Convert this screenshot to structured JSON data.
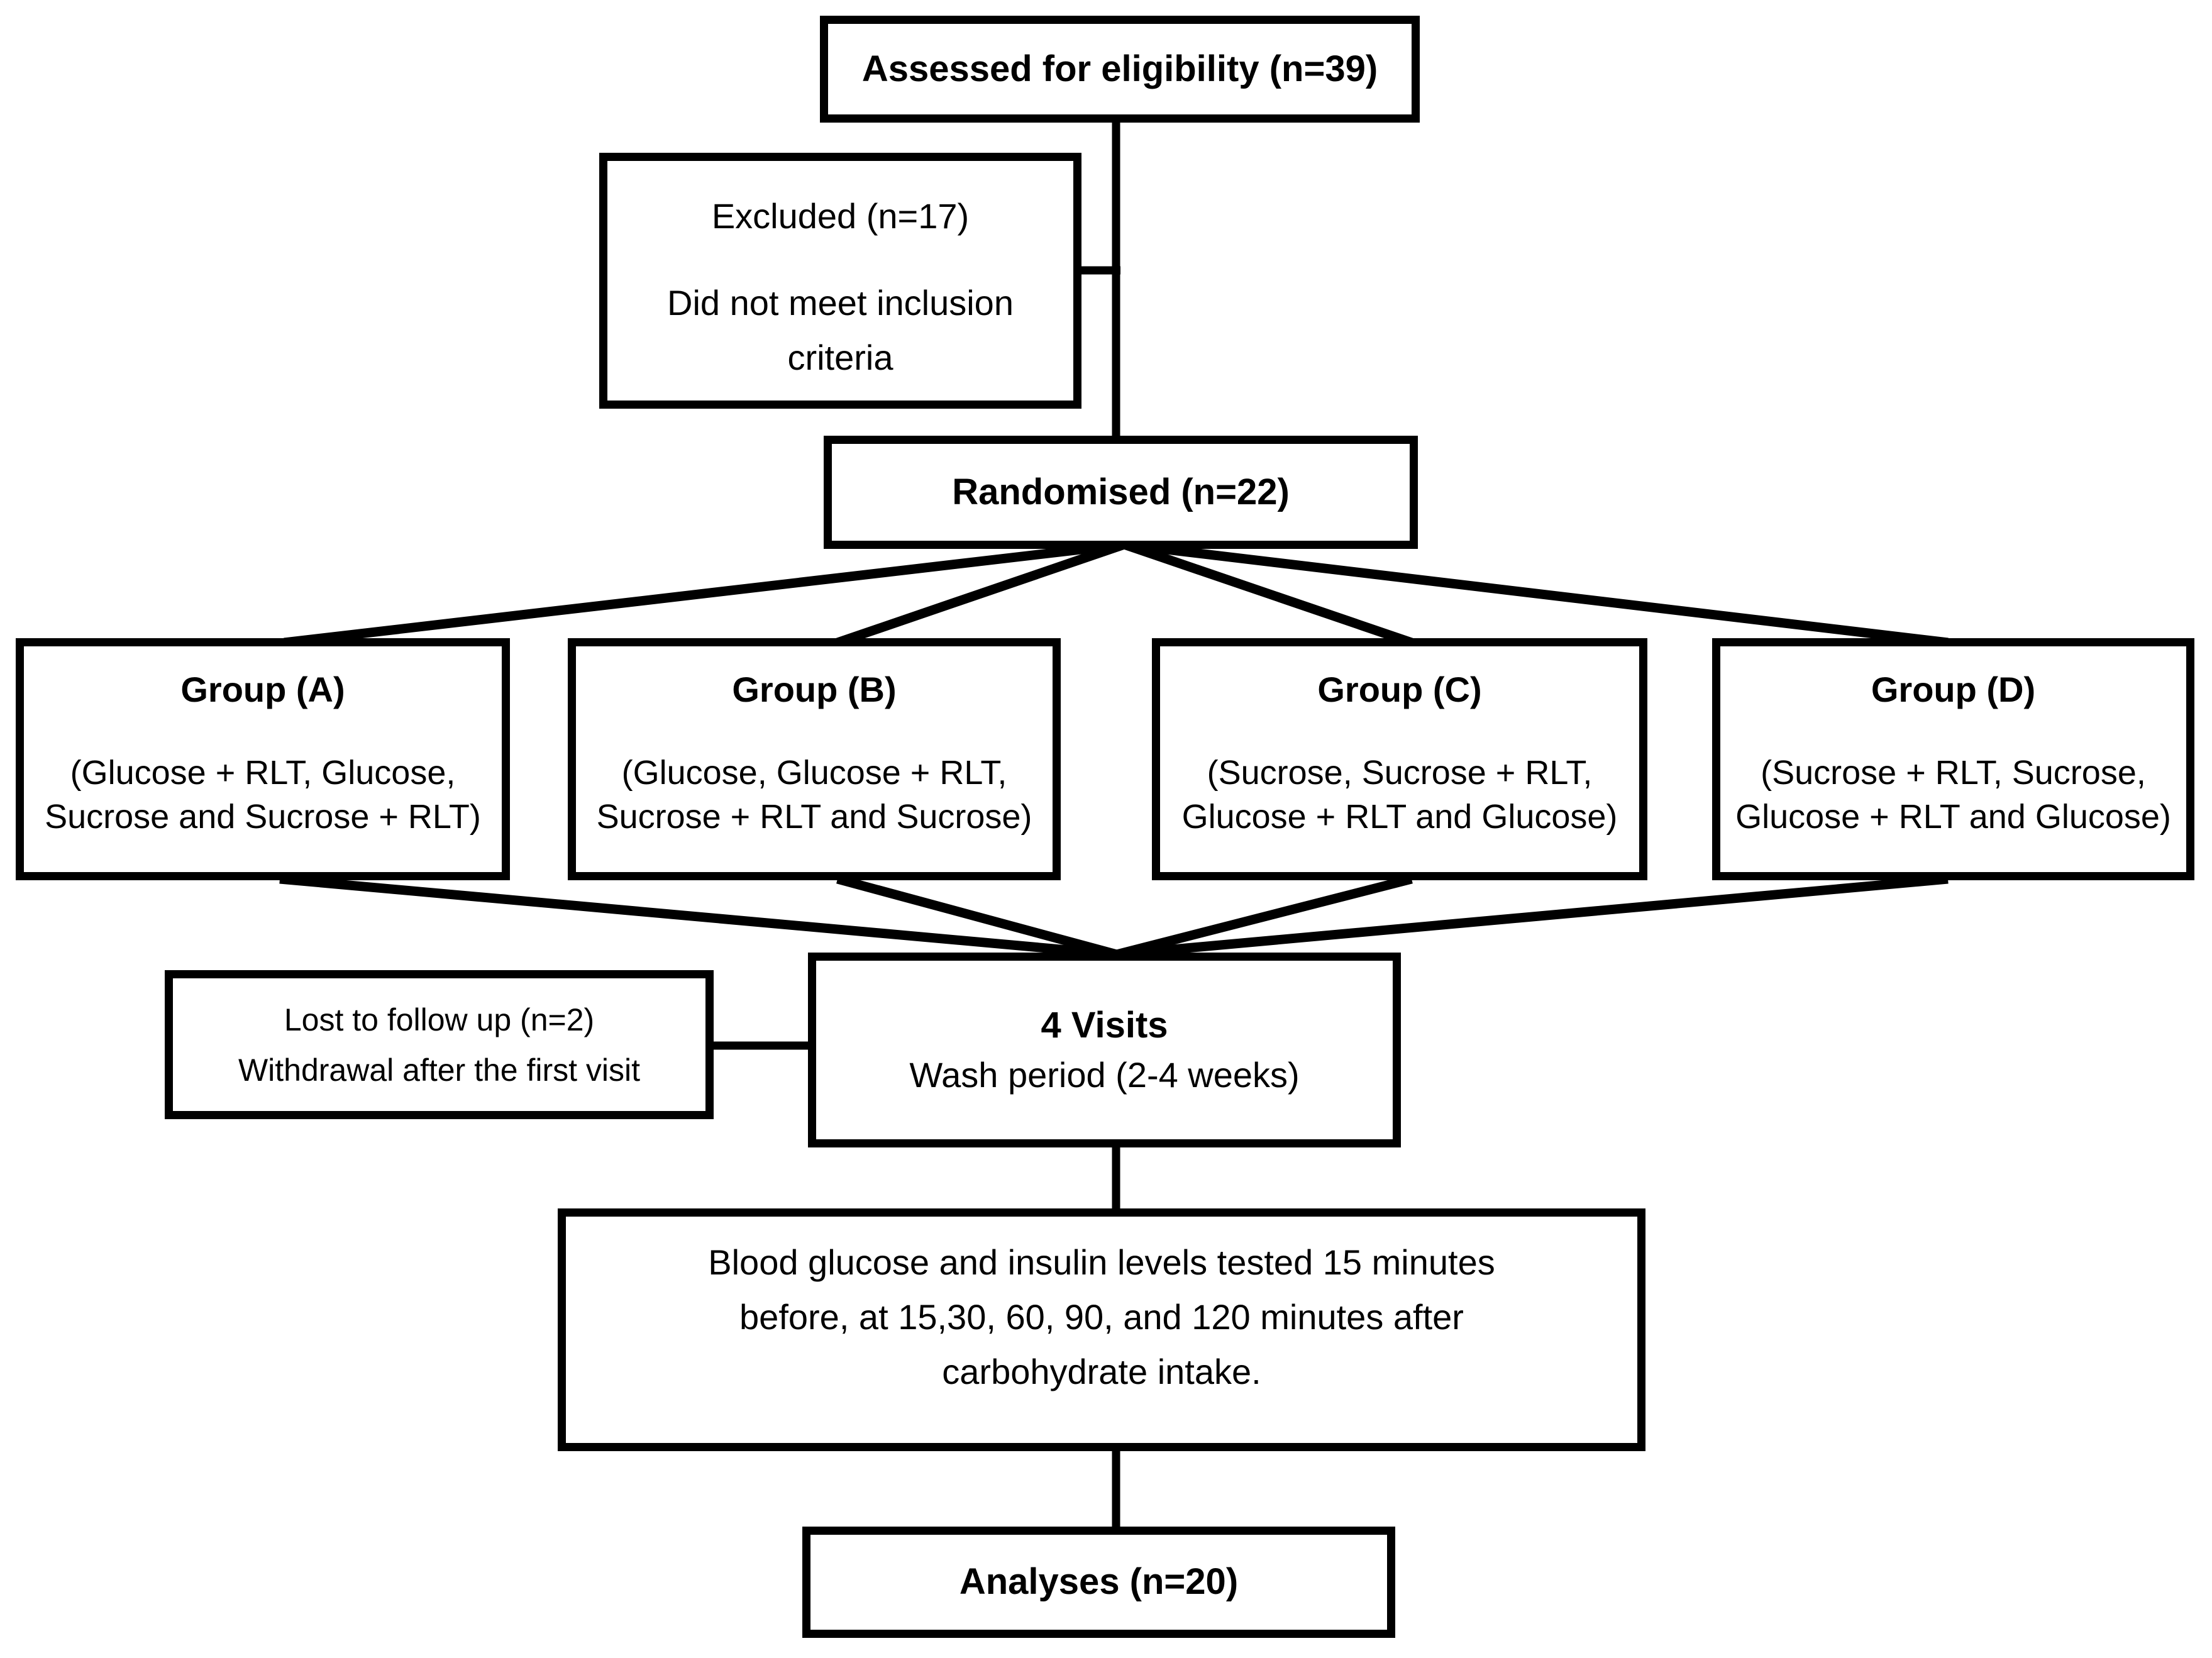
{
  "diagram": {
    "assessed": {
      "label": "Assessed for eligibility (n=39)"
    },
    "excluded": {
      "title": "Excluded (n=17)",
      "reason_line1": "Did not meet inclusion",
      "reason_line2": "criteria"
    },
    "randomised": {
      "label": "Randomised (n=22)"
    },
    "groups": [
      {
        "title": "Group (A)",
        "sequence_line1": "(Glucose + RLT, Glucose,",
        "sequence_line2": "Sucrose and Sucrose + RLT)"
      },
      {
        "title": "Group (B)",
        "sequence_line1": "(Glucose, Glucose + RLT,",
        "sequence_line2": "Sucrose + RLT and Sucrose)"
      },
      {
        "title": "Group (C)",
        "sequence_line1": "(Sucrose, Sucrose + RLT,",
        "sequence_line2": "Glucose + RLT and Glucose)"
      },
      {
        "title": "Group (D)",
        "sequence_line1": "(Sucrose + RLT, Sucrose,",
        "sequence_line2": "Glucose + RLT and Glucose)"
      }
    ],
    "lost_to_follow_up": {
      "line1": "Lost to follow up (n=2)",
      "line2": "Withdrawal after the first visit"
    },
    "visits": {
      "title": "4 Visits",
      "subtitle": "Wash period (2-4 weeks)"
    },
    "testing": {
      "line1": "Blood glucose and insulin levels tested 15 minutes",
      "line2": "before, at 15,30, 60, 90, and 120 minutes after",
      "line3": "carbohydrate intake."
    },
    "analyses": {
      "label": "Analyses (n=20)"
    }
  },
  "colors": {
    "line": "#000000",
    "box_border": "#000000",
    "background": "#ffffff",
    "text": "#000000"
  }
}
